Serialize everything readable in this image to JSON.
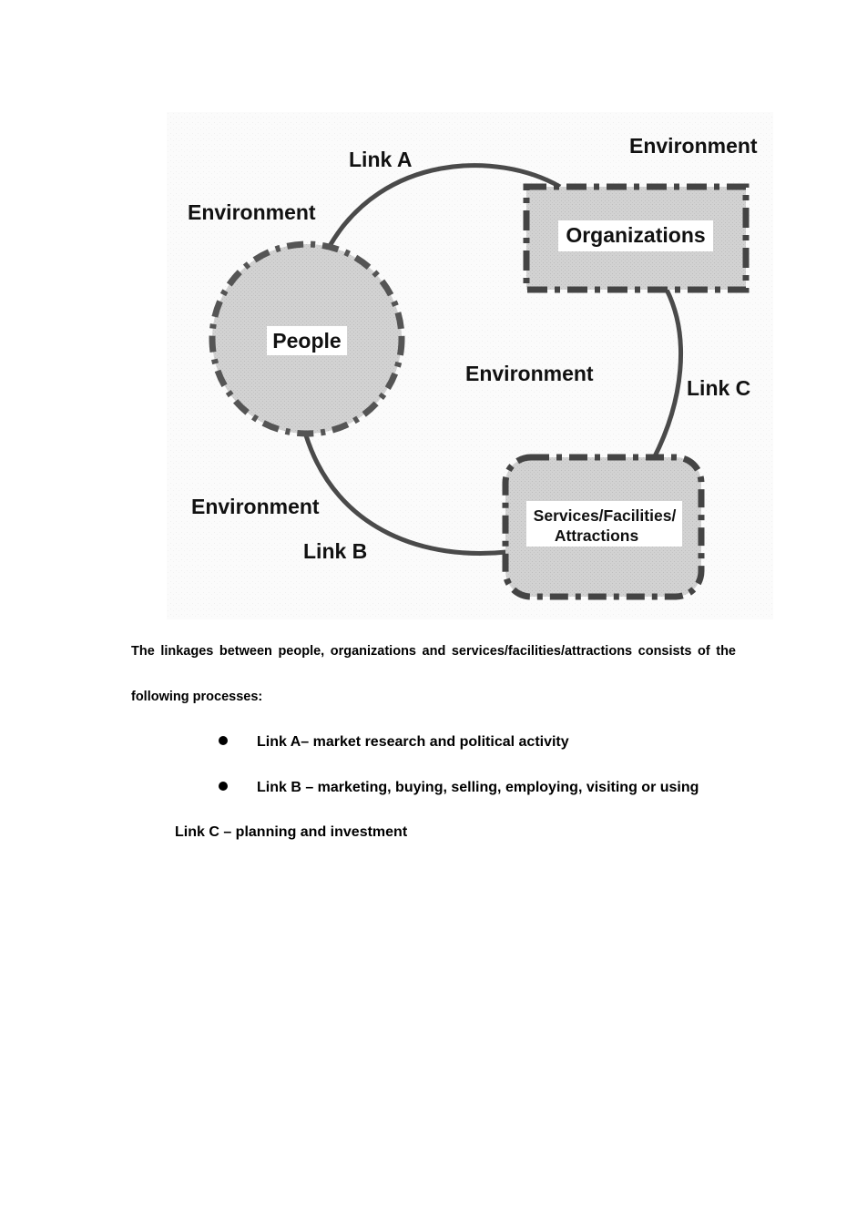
{
  "diagram": {
    "nodes": {
      "people": "People",
      "organizations": "Organizations",
      "services_line1": "Services/Facilities/",
      "services_line2": "Attractions"
    },
    "links": {
      "a": "Link A",
      "b": "Link B",
      "c": "Link C"
    },
    "environment": "Environment"
  },
  "caption": {
    "line1": "The linkages between people, organizations and services/facilities/attractions consists of the",
    "line2": "following processes:"
  },
  "list": {
    "bullets": [
      "Link A– market research and political activity",
      "Link B – marketing, buying, selling, employing, visiting or using"
    ],
    "plain": "Link C – planning and investment"
  }
}
